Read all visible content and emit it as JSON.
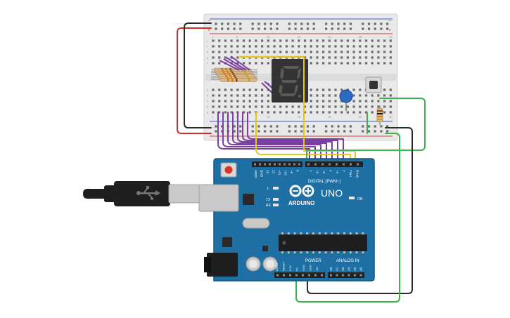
{
  "colors": {
    "board_blue": "#1e6fa3",
    "board_dark_blue": "#15557f",
    "header_black": "#222222",
    "breadboard": "#e8e8e8",
    "rail_red": "#d23b3b",
    "rail_blue": "#3b62c4",
    "wire_red": "#d62b2b",
    "wire_black": "#2a2a2a",
    "wire_purple": "#7a3fa3",
    "wire_yellow": "#e6c422",
    "wire_green": "#3bb54a",
    "segment_display": "#333333",
    "capacitor": "#2b6bc2",
    "usb_cable": "#1f1f1f",
    "usb_plug": "#c9c9c9"
  },
  "arduino": {
    "brand": "ARDUINO",
    "model": "UNO",
    "digital_label": "DIGITAL (PWM~)",
    "power_label": "POWER",
    "analog_label": "ANALOG IN",
    "on_label": "ON",
    "led_labels": [
      "L",
      "TX",
      "RX"
    ],
    "digital_pins": [
      "AREF",
      "GND",
      "13",
      "12",
      "~11",
      "~10",
      "~9",
      "8",
      "7",
      "~6",
      "~5",
      "4",
      "~3",
      "2",
      "TX▸1",
      "RX◂0"
    ],
    "power_pins": [
      "IOREF",
      "RESET",
      "3.3V",
      "5V",
      "GND",
      "GND",
      "Vin"
    ],
    "analog_pins": [
      "A0",
      "A1",
      "A2",
      "A3",
      "A4",
      "A5"
    ]
  },
  "breadboard": {
    "row_letters_top": [
      "j",
      "i",
      "h",
      "g",
      "f"
    ],
    "row_letters_bottom": [
      "e",
      "d",
      "c",
      "b",
      "a"
    ],
    "column_numbers": [
      "1",
      "5",
      "10",
      "15",
      "20",
      "25",
      "30"
    ],
    "rail_plus": "+",
    "rail_minus": "−"
  }
}
